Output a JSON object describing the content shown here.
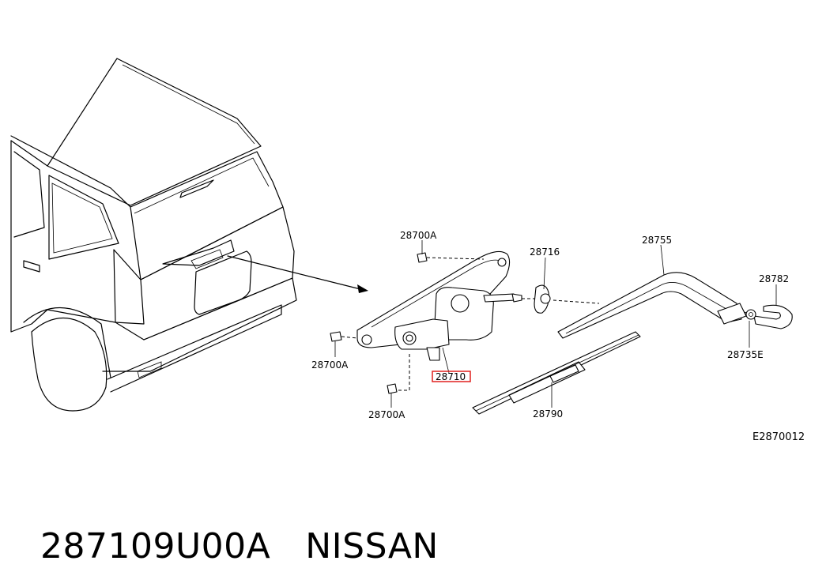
{
  "callouts": {
    "c_28700A_top": "28700A",
    "c_28700A_left": "28700A",
    "c_28700A_bottom": "28700A",
    "c_28710": "28710",
    "c_28716": "28716",
    "c_28755": "28755",
    "c_28782": "28782",
    "c_28735E": "28735E",
    "c_28790": "28790"
  },
  "highlighted_part": "28710",
  "highlight_color": "#e0201f",
  "diagram_code": "E2870012",
  "caption": {
    "part_number": "287109U00A",
    "brand": "NISSAN"
  }
}
